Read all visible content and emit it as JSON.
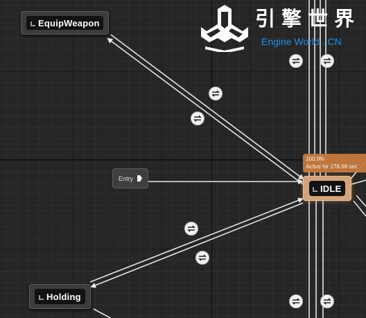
{
  "nodes": {
    "equip_weapon": "EquipWeapon",
    "idle": "IDLE",
    "holding": "Holding",
    "entry": "Entry"
  },
  "idle_debug": {
    "weight": "100.0%",
    "active": "Active for 178.68 sec"
  },
  "watermark": {
    "chinese": "引擎世界",
    "english": "Engine World . CN"
  },
  "colors": {
    "graph_bg": "#262626",
    "active_state": "#d3a47a",
    "debug_tip": "#c77a3d",
    "wire": "#e6e6e6",
    "watermark_en": "#1f8fe6"
  }
}
